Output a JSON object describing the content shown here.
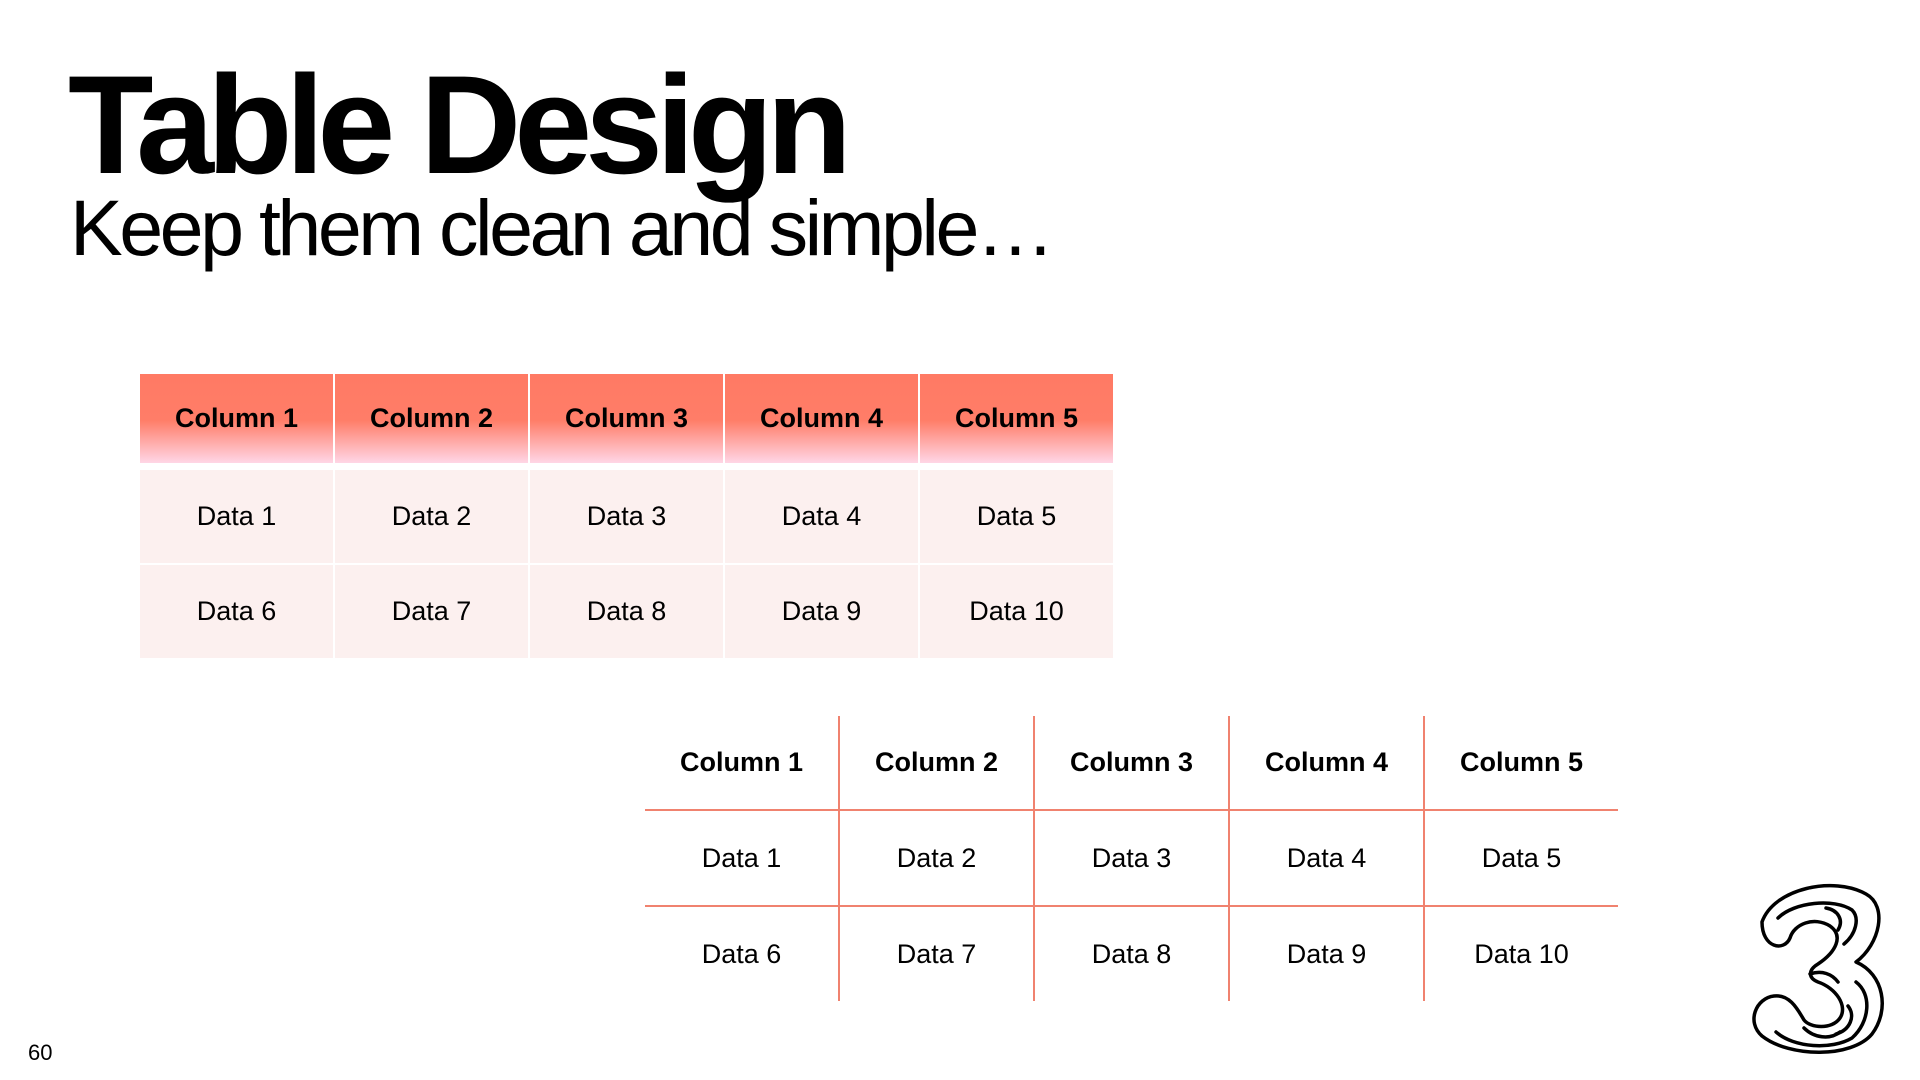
{
  "slide": {
    "title": "Table Design",
    "subtitle": "Keep them clean and simple…",
    "page_number": "60"
  },
  "table_filled": {
    "headers": [
      "Column 1",
      "Column 2",
      "Column 3",
      "Column 4",
      "Column 5"
    ],
    "rows": [
      [
        "Data 1",
        "Data 2",
        "Data 3",
        "Data 4",
        "Data 5"
      ],
      [
        "Data 6",
        "Data 7",
        "Data 8",
        "Data 9",
        "Data 10"
      ]
    ]
  },
  "table_lined": {
    "headers": [
      "Column 1",
      "Column 2",
      "Column 3",
      "Column 4",
      "Column 5"
    ],
    "rows": [
      [
        "Data 1",
        "Data 2",
        "Data 3",
        "Data 4",
        "Data 5"
      ],
      [
        "Data 6",
        "Data 7",
        "Data 8",
        "Data 9",
        "Data 10"
      ]
    ]
  },
  "colors": {
    "accent": "#ff7a64",
    "header_fade": "#ffd6e6",
    "cell_fill": "#fcf0ef",
    "rule": "#f0826f"
  },
  "logo": {
    "icon": "three-logo-icon"
  }
}
